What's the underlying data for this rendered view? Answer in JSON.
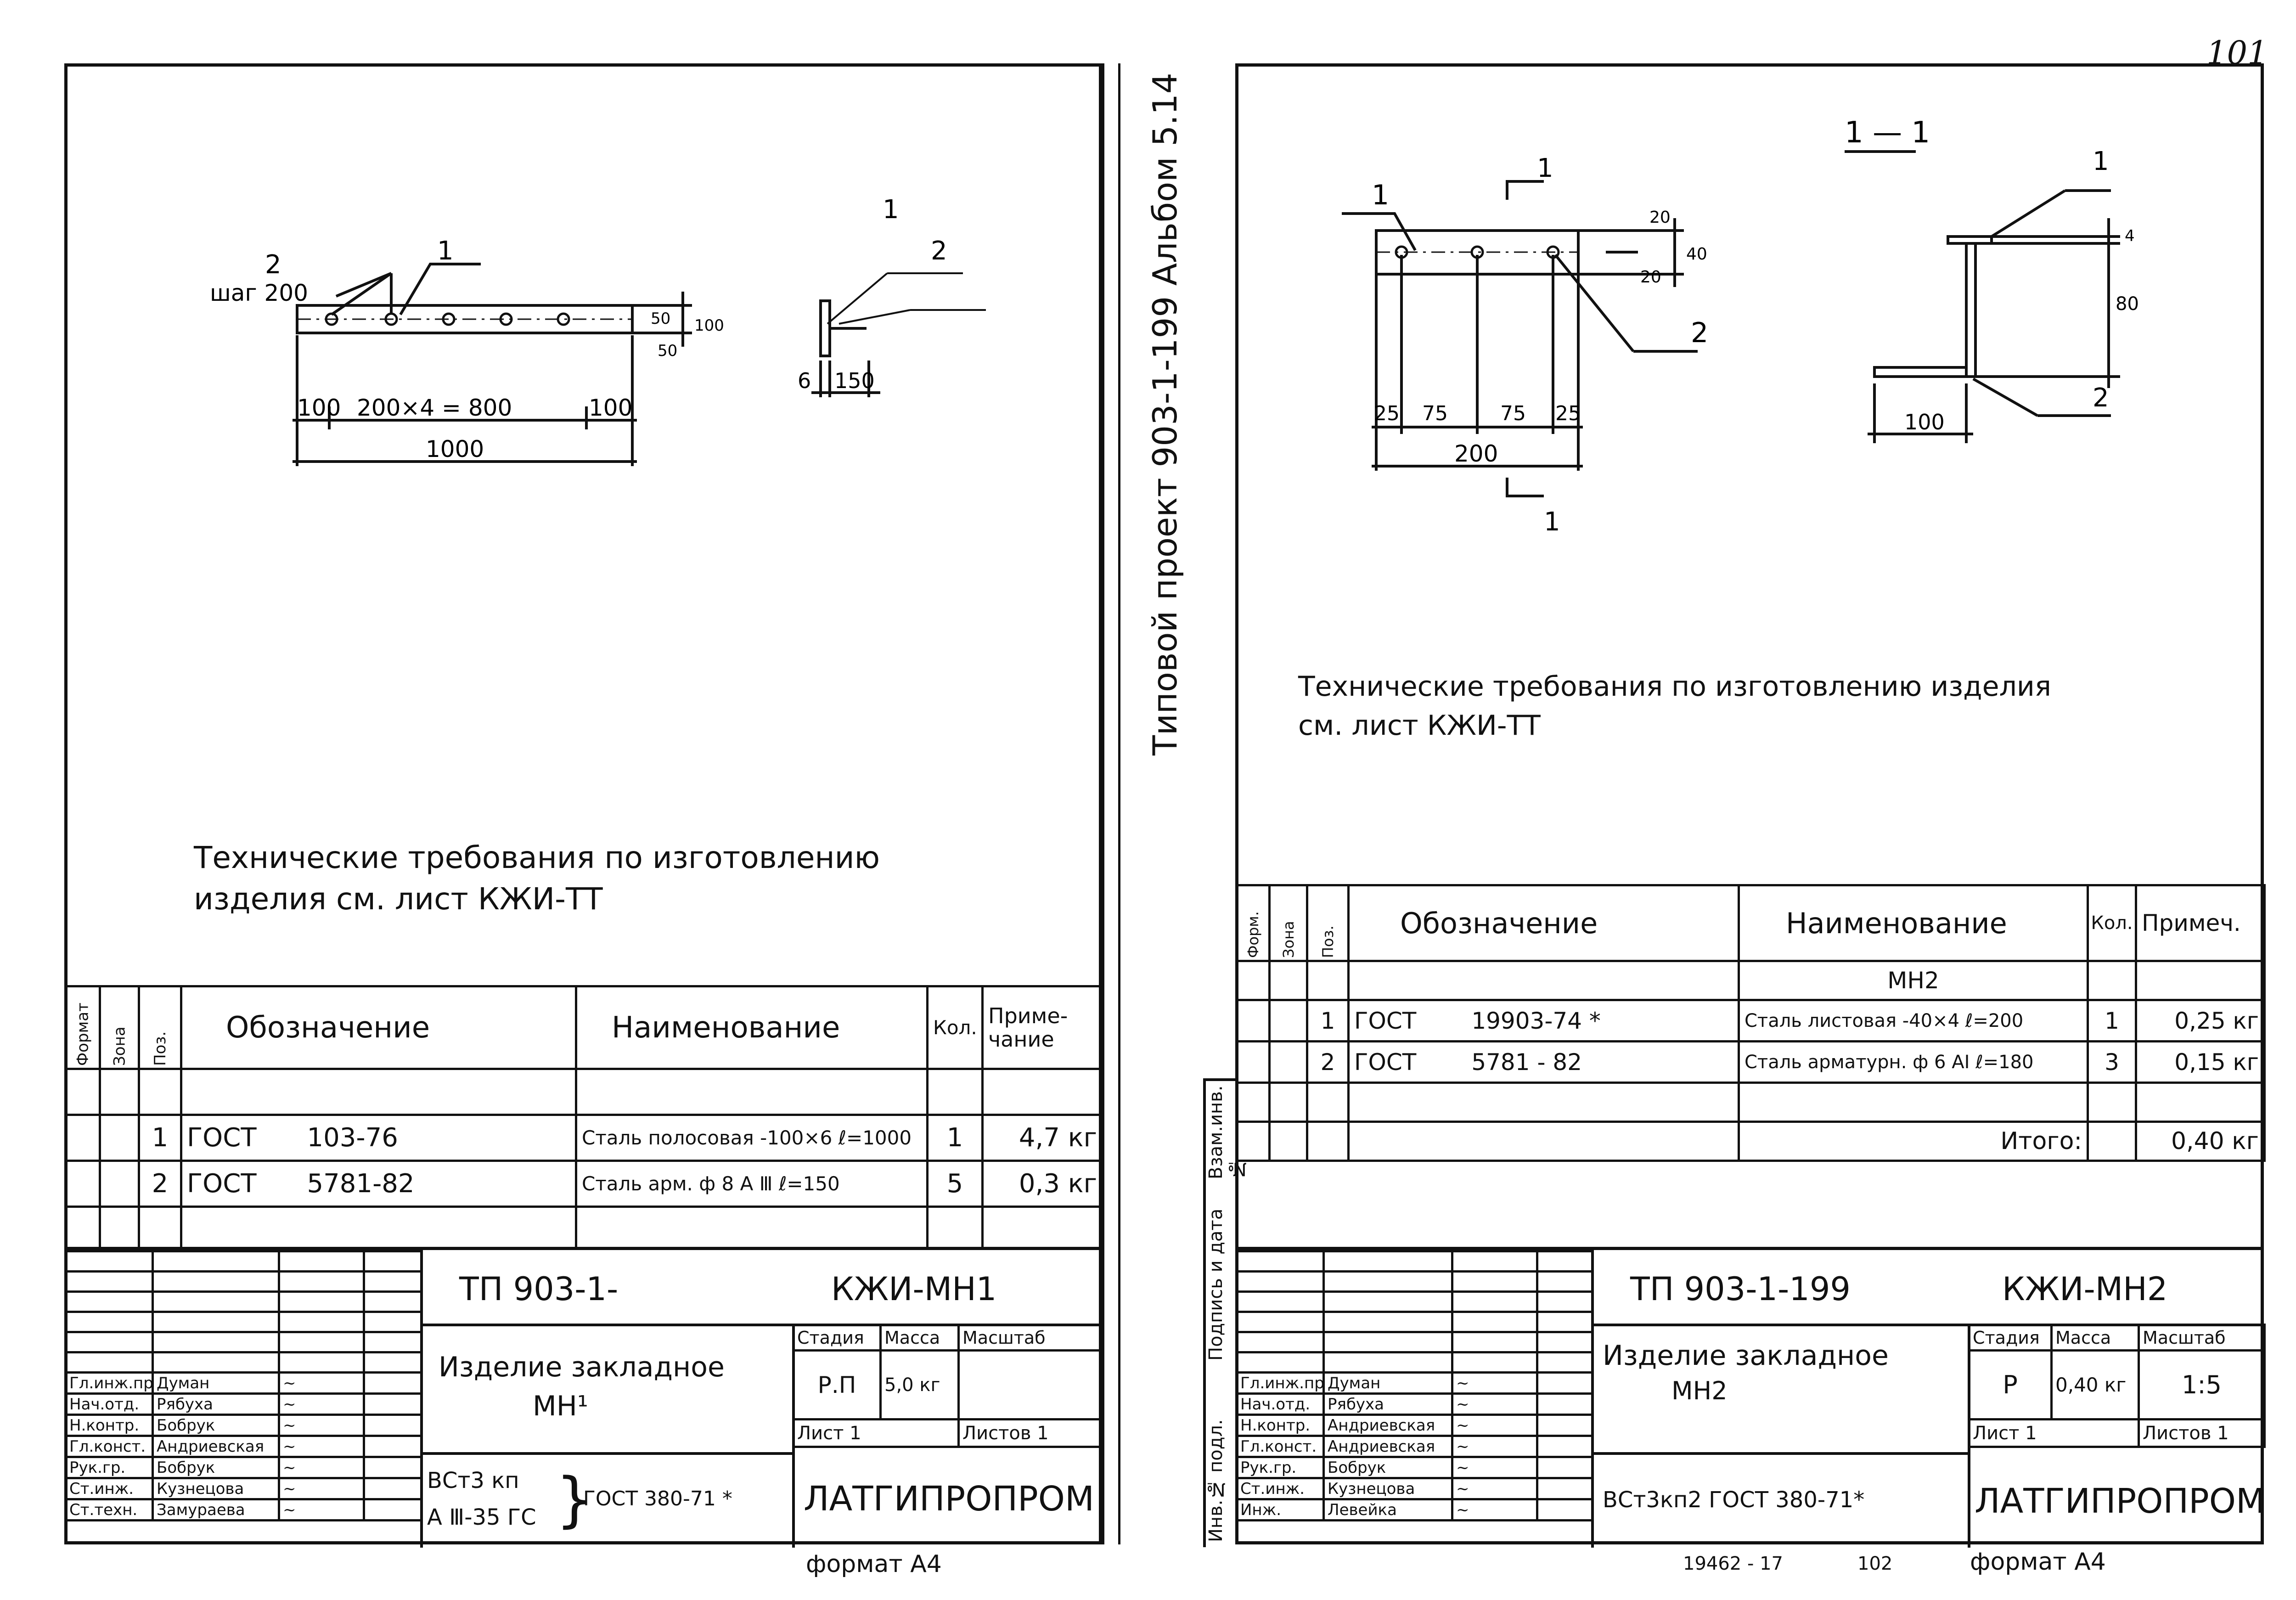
{
  "page_number": "101",
  "footer": {
    "left_format": "формат А4",
    "archive_no": "19462 - 17",
    "sheet_no": "102",
    "right_format": "формат А4"
  },
  "binding_strip": {
    "title": "Типовой проект 903-1-199  Альбом 5.14",
    "fields": [
      "Инв.№ подл.",
      "Подпись и дата",
      "Взам.инв.№"
    ]
  },
  "left": {
    "drawing": {
      "callout_1": "1",
      "callout_2": "2",
      "step_label": "шаг 200",
      "dim_100_left": "100",
      "dim_span": "200×4 = 800",
      "dim_100_right": "100",
      "dim_total": "1000",
      "dim_50_top": "50",
      "dim_50_bottom": "50",
      "dim_height": "100",
      "side_callout_1": "1",
      "side_callout_2": "2",
      "side_dim_6": "6",
      "side_dim_150": "150"
    },
    "tech_note": [
      "Технические требования по изготовлению",
      "изделия см. лист КЖИ-ТТ"
    ],
    "spec": {
      "h_format": "Формат",
      "h_zone": "Зона",
      "h_pos": "Поз.",
      "h_designation": "Обозначение",
      "h_name": "Наименование",
      "h_qty": "Кол.",
      "h_note": "Приме- чание",
      "rows": [
        {
          "pos": "1",
          "gost": "ГОСТ",
          "num": "103-76",
          "name": "Сталь полосовая -100×6 ℓ=1000",
          "qty": "1",
          "note": "4,7 кг"
        },
        {
          "pos": "2",
          "gost": "ГОСТ",
          "num": "5781-82",
          "name": "Сталь арм. ф 8 А Ⅲ ℓ=150",
          "qty": "5",
          "note": "0,3 кг"
        }
      ]
    },
    "title_block": {
      "code_prefix": "ТП 903-1-",
      "code_sheet": "КЖИ-МН1",
      "product": "Изделие закладное",
      "product_mark": "МН¹",
      "stage_h": "Стадия",
      "mass_h": "Масса",
      "scale_h": "Масштаб",
      "stage": "Р.П",
      "mass": "5,0 кг",
      "scale": "",
      "sheet_label": "Лист 1",
      "sheets_label": "Листов 1",
      "material_1": "ВСт3 кп",
      "material_2": "А Ⅲ-35 ГС",
      "material_std": "ГОСТ 380-71 *",
      "org": "ЛАТГИПРОПРОМ",
      "people": [
        {
          "role": "Гл.инж.пр.",
          "name": "Думан"
        },
        {
          "role": "Нач.отд.",
          "name": "Рябуха"
        },
        {
          "role": "Н.контр.",
          "name": "Бобрук"
        },
        {
          "role": "Гл.конст.",
          "name": "Андриевская"
        },
        {
          "role": "Рук.гр.",
          "name": "Бобрук"
        },
        {
          "role": "Ст.инж.",
          "name": "Кузнецова"
        },
        {
          "role": "Ст.техн.",
          "name": "Замураева"
        }
      ]
    }
  },
  "right": {
    "drawing": {
      "callout_1": "1",
      "callout_2": "2",
      "section_mark": "1",
      "section_title": "1 — 1",
      "dim_25a": "25",
      "dim_75a": "75",
      "dim_75b": "75",
      "dim_25b": "25",
      "dim_total": "200",
      "dim_20a": "20",
      "dim_20b": "20",
      "dim_40": "40",
      "sec_callout_1": "1",
      "sec_callout_2": "2",
      "sec_dim_4": "4",
      "sec_dim_80": "80",
      "sec_dim_100": "100"
    },
    "tech_note": [
      "Технические требования по изготовлению изделия",
      "см. лист КЖИ-ТТ"
    ],
    "spec": {
      "h_format": "Форм.",
      "h_zone": "Зона",
      "h_pos": "Поз.",
      "h_designation": "Обозначение",
      "h_name": "Наименование",
      "h_qty": "Кол.",
      "h_note": "Примеч.",
      "group": "МН2",
      "rows": [
        {
          "pos": "1",
          "gost": "ГОСТ",
          "num": "19903-74 *",
          "name": "Сталь листовая -40×4 ℓ=200",
          "qty": "1",
          "note": "0,25 кг"
        },
        {
          "pos": "2",
          "gost": "ГОСТ",
          "num": "5781 - 82",
          "name": "Сталь арматурн. ф 6 АⅠ ℓ=180",
          "qty": "3",
          "note": "0,15 кг"
        }
      ],
      "total_label": "Итого:",
      "total_value": "0,40 кг"
    },
    "title_block": {
      "code_prefix": "ТП 903-1-199",
      "code_sheet": "КЖИ-МН2",
      "product": "Изделие закладное",
      "product_mark": "МН2",
      "stage_h": "Стадия",
      "mass_h": "Масса",
      "scale_h": "Масштаб",
      "stage": "Р",
      "mass": "0,40 кг",
      "scale": "1:5",
      "sheet_label": "Лист 1",
      "sheets_label": "Листов 1",
      "material": "ВСт3кп2  ГОСТ 380-71*",
      "org": "ЛАТГИПРОПРОМ",
      "people": [
        {
          "role": "Гл.инж.пр.",
          "name": "Думан"
        },
        {
          "role": "Нач.отд.",
          "name": "Рябуха"
        },
        {
          "role": "Н.контр.",
          "name": "Андриевская"
        },
        {
          "role": "Гл.конст.",
          "name": "Андриевская"
        },
        {
          "role": "Рук.гр.",
          "name": "Бобрук"
        },
        {
          "role": "Ст.инж.",
          "name": "Кузнецова"
        },
        {
          "role": "Инж.",
          "name": "Левейка"
        }
      ]
    }
  }
}
